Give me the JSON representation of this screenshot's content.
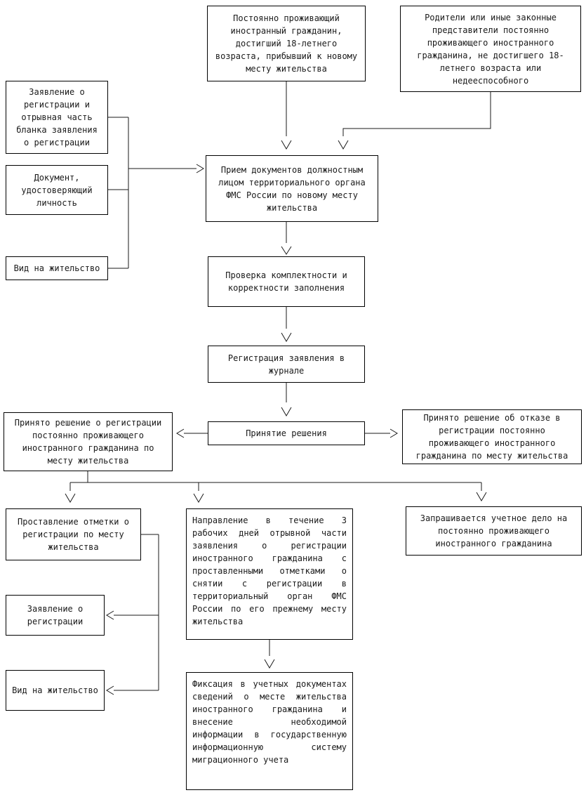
{
  "diagram": {
    "type": "flowchart",
    "language": "ru",
    "colors": {
      "background": "#ffffff",
      "border": "#000000",
      "text": "#1a1a1a"
    },
    "nodes": {
      "applicant_adult": {
        "label": "Постоянно проживающий иностранный гражданин, достигший 18-летнего возраста, прибывший к новому месту жительства"
      },
      "legal_representatives": {
        "label": "Родители или иные законные представители постоянно проживающего иностранного гражданина, не достигшего 18-летнего возраста или недееспособного"
      },
      "doc_application": {
        "label": "Заявление о регистрации и отрывная часть бланка заявления о регистрации"
      },
      "doc_identity": {
        "label": "Документ, удостоверяющий личность"
      },
      "doc_residence_permit": {
        "label": "Вид на жительство"
      },
      "reception": {
        "label": "Прием документов должностным лицом территориального органа ФМС России по новому месту жительства"
      },
      "completeness_check": {
        "label": "Проверка комплектности и корректности заполнения"
      },
      "journal_registration": {
        "label": "Регистрация заявления в журнале"
      },
      "decision": {
        "label": "Принятие решения"
      },
      "decision_register": {
        "label": "Принято решение о регистрации постоянно проживающего иностранного гражданина по месту жительства"
      },
      "decision_refuse": {
        "label": "Принято решение об отказе в регистрации постоянно проживающего иностранного гражданина по месту жительства"
      },
      "mark_placement": {
        "label": "Проставление отметки о регистрации по месту жительства"
      },
      "send_tear_off": {
        "label": "Направление в течение 3 рабочих дней отрывной части заявления о регистрации иностранного гражданина с проставленными отметками о снятии с регистрации в территориальный орган ФМС России по его прежнему месту жительства"
      },
      "request_case_file": {
        "label": "Запрашивается учетное дело на постоянно проживающего иностранного гражданина"
      },
      "doc_application_mark": {
        "label": "Заявление о регистрации"
      },
      "doc_permit_mark": {
        "label": "Вид на жительство"
      },
      "record_fixation": {
        "label": "Фиксация в учетных документах сведений о месте жительства иностранного гражданина и внесение необходимой информации в государственную информационную систему миграционного учета"
      }
    },
    "edges": [
      {
        "from": "applicant_adult",
        "to": "reception"
      },
      {
        "from": "legal_representatives",
        "to": "reception"
      },
      {
        "from": "doc_application",
        "to": "reception"
      },
      {
        "from": "doc_identity",
        "to": "reception"
      },
      {
        "from": "doc_residence_permit",
        "to": "reception"
      },
      {
        "from": "reception",
        "to": "completeness_check"
      },
      {
        "from": "completeness_check",
        "to": "journal_registration"
      },
      {
        "from": "journal_registration",
        "to": "decision"
      },
      {
        "from": "decision",
        "to": "decision_register"
      },
      {
        "from": "decision",
        "to": "decision_refuse"
      },
      {
        "from": "decision_register",
        "to": "mark_placement"
      },
      {
        "from": "decision_register",
        "to": "send_tear_off"
      },
      {
        "from": "decision_register",
        "to": "request_case_file"
      },
      {
        "from": "mark_placement",
        "to": "doc_application_mark"
      },
      {
        "from": "mark_placement",
        "to": "doc_permit_mark"
      },
      {
        "from": "send_tear_off",
        "to": "record_fixation"
      }
    ]
  }
}
